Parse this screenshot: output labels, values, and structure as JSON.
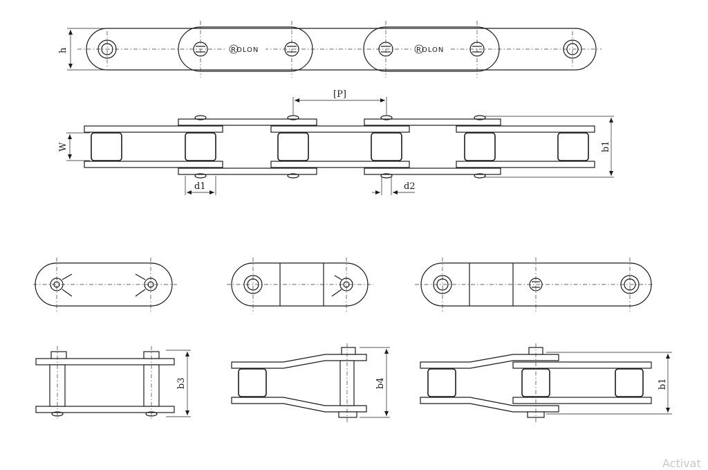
{
  "labels": {
    "h": "h",
    "W": "W",
    "P": "[P]",
    "d1": "d1",
    "d2": "d2",
    "b1_top": "b1",
    "b3": "b3",
    "b4": "b4",
    "b1_bottom": "b1"
  },
  "brand": "ROLON",
  "watermark": "Activat"
}
